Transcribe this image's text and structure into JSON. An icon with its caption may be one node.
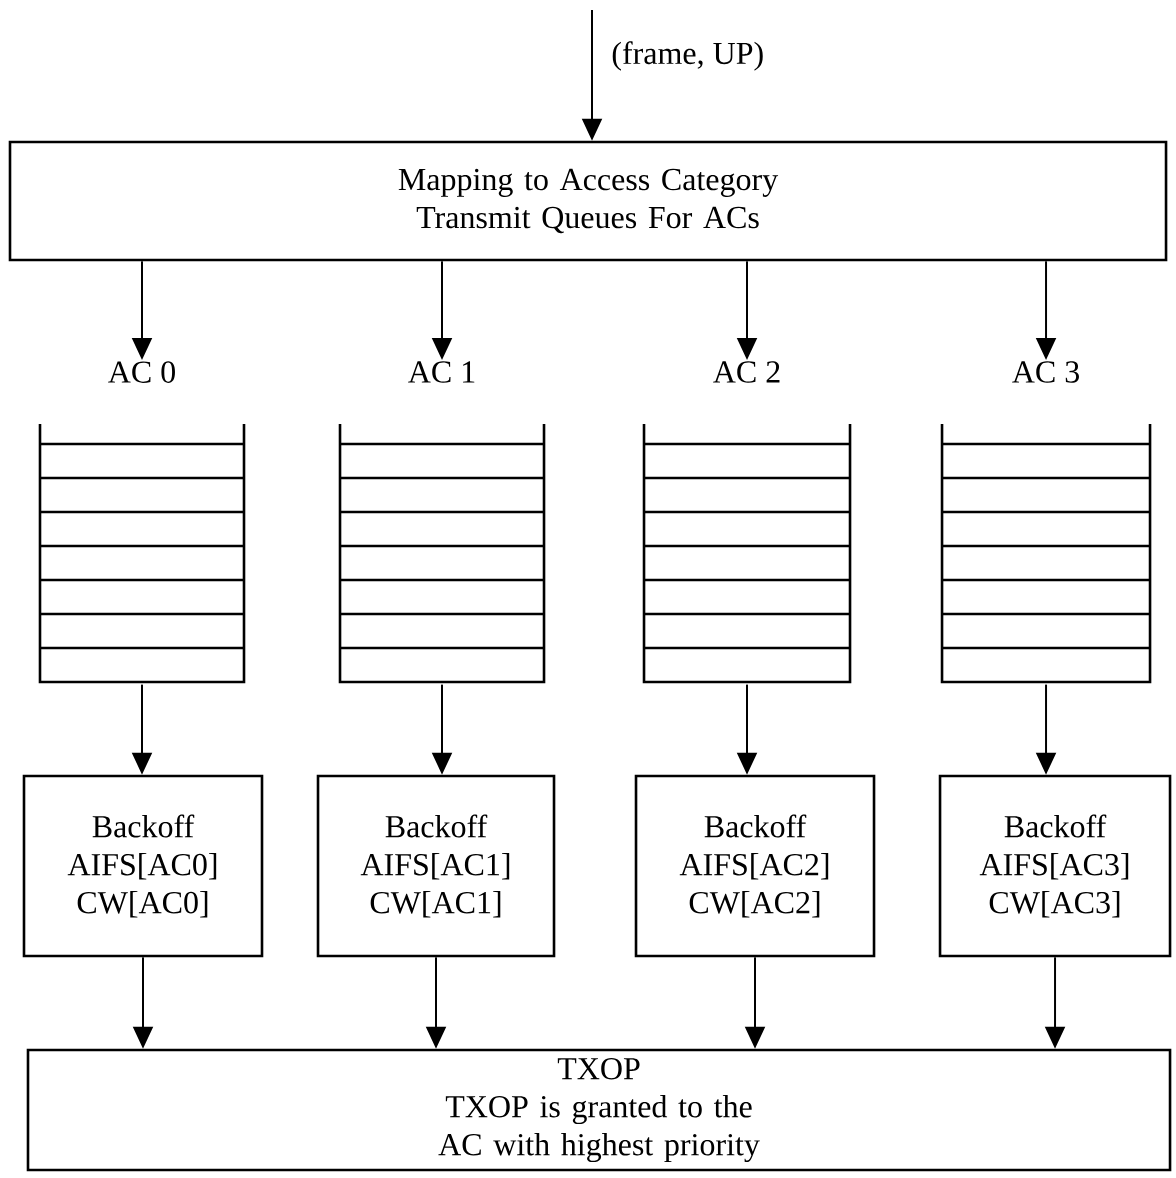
{
  "diagram": {
    "nodes": [
      {
        "text": [
          "Mapping to Access Category Transmit Queues For ACs"
        ]
      },
      {
        "text": [
          "AC 0"
        ]
      },
      {
        "text": [
          "AC 1"
        ]
      },
      {
        "text": [
          "AC 2"
        ]
      },
      {
        "text": [
          "AC 3"
        ]
      },
      {
        "text": [
          "Backoff AIFS[AC0] CW[AC0]"
        ]
      },
      {
        "text": [
          "Backoff AIFS[AC1] CW[AC1]"
        ]
      },
      {
        "text": [
          "Backoff AIFS[AC2] CW[AC2]"
        ]
      },
      {
        "text": [
          "Backoff AIFS[AC3] CW[AC3]"
        ]
      },
      {
        "text": [
          "TXOP",
          "TXOP is granted to the AC with highest priority"
        ]
      }
    ],
    "edges": [
      {
        "from": null,
        "to": 0,
        "arrow": "to",
        "label": "(frame, UP)"
      },
      {
        "from": 0,
        "to": 1,
        "arrow": "to"
      },
      {
        "from": 0,
        "to": 2,
        "arrow": "to"
      },
      {
        "from": 0,
        "to": 3,
        "arrow": "to"
      },
      {
        "from": 0,
        "to": 4,
        "arrow": "to"
      },
      {
        "from": 1,
        "to": 5,
        "arrow": "to"
      },
      {
        "from": 2,
        "to": 6,
        "arrow": "to"
      },
      {
        "from": 3,
        "to": 7,
        "arrow": "to"
      },
      {
        "from": 4,
        "to": 8,
        "arrow": "to"
      },
      {
        "from": 5,
        "to": 9,
        "arrow": "to"
      },
      {
        "from": 6,
        "to": 9,
        "arrow": "to"
      },
      {
        "from": 7,
        "to": 9,
        "arrow": "to"
      },
      {
        "from": 8,
        "to": 9,
        "arrow": "to"
      }
    ]
  }
}
